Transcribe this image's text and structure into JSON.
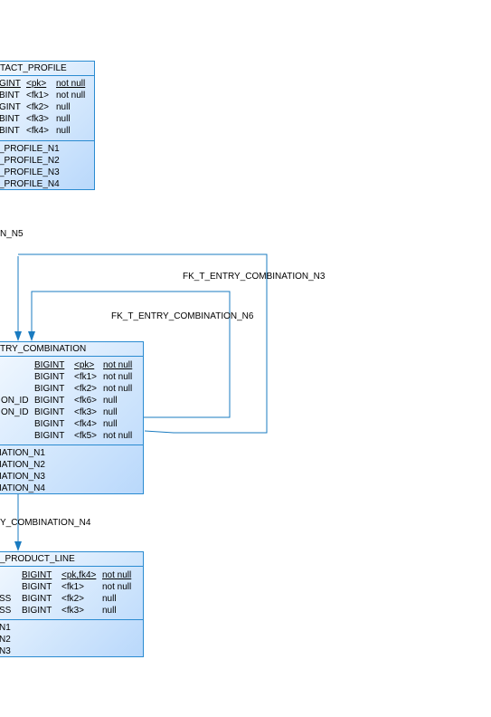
{
  "tables": {
    "contact_profile": {
      "title": "TACT_PROFILE",
      "columns": [
        {
          "name": "",
          "type": "GINT",
          "key": "<pk>",
          "nullability": "not null",
          "primary": true
        },
        {
          "name": "",
          "type": "BINT",
          "key": "<fk1>",
          "nullability": "not null",
          "primary": false
        },
        {
          "name": "",
          "type": "GINT",
          "key": "<fk2>",
          "nullability": "null",
          "primary": false
        },
        {
          "name": "",
          "type": "BINT",
          "key": "<fk3>",
          "nullability": "null",
          "primary": false
        },
        {
          "name": "",
          "type": "BINT",
          "key": "<fk4>",
          "nullability": "null",
          "primary": false
        }
      ],
      "indexes": [
        "_PROFILE_N1",
        "_PROFILE_N2",
        "_PROFILE_N3",
        "_PROFILE_N4"
      ]
    },
    "entry_combination": {
      "title": "TRY_COMBINATION",
      "columns": [
        {
          "name": "",
          "type": "BIGINT",
          "key": "<pk>",
          "nullability": "not null",
          "primary": true
        },
        {
          "name": "",
          "type": "BIGINT",
          "key": "<fk1>",
          "nullability": "not null",
          "primary": false
        },
        {
          "name": "",
          "type": "BIGINT",
          "key": "<fk2>",
          "nullability": "not null",
          "primary": false
        },
        {
          "name": "ON_ID",
          "type": "BIGINT",
          "key": "<fk6>",
          "nullability": "null",
          "primary": false
        },
        {
          "name": "ON_ID",
          "type": "BIGINT",
          "key": "<fk3>",
          "nullability": "null",
          "primary": false
        },
        {
          "name": "",
          "type": "BIGINT",
          "key": "<fk4>",
          "nullability": "null",
          "primary": false
        },
        {
          "name": "",
          "type": "BIGINT",
          "key": "<fk5>",
          "nullability": "not null",
          "primary": false
        }
      ],
      "indexes": [
        "IATION_N1",
        "IATION_N2",
        "IATION_N3",
        "IATION_N4"
      ]
    },
    "product_line": {
      "title": "_PRODUCT_LINE",
      "columns": [
        {
          "name": "",
          "type": "BIGINT",
          "key": "<pk,fk4>",
          "nullability": "not null",
          "primary": true
        },
        {
          "name": "",
          "type": "BIGINT",
          "key": "<fk1>",
          "nullability": "not null",
          "primary": false
        },
        {
          "name": "SS",
          "type": "BIGINT",
          "key": "<fk2>",
          "nullability": "null",
          "primary": false
        },
        {
          "name": "SS",
          "type": "BIGINT",
          "key": "<fk3>",
          "nullability": "null",
          "primary": false
        }
      ],
      "indexes": [
        "N1",
        "N2",
        "N3"
      ]
    }
  },
  "relationships": {
    "n5": "N_N5",
    "n3": "FK_T_ENTRY_COMBINATION_N3",
    "n6": "FK_T_ENTRY_COMBINATION_N6",
    "n4": "Y_COMBINATION_N4"
  },
  "colors": {
    "line": "#1a7bc0",
    "border": "#2a8bd1",
    "fill_light": "#f2f8ff",
    "fill_dark": "#b9d8fb"
  }
}
